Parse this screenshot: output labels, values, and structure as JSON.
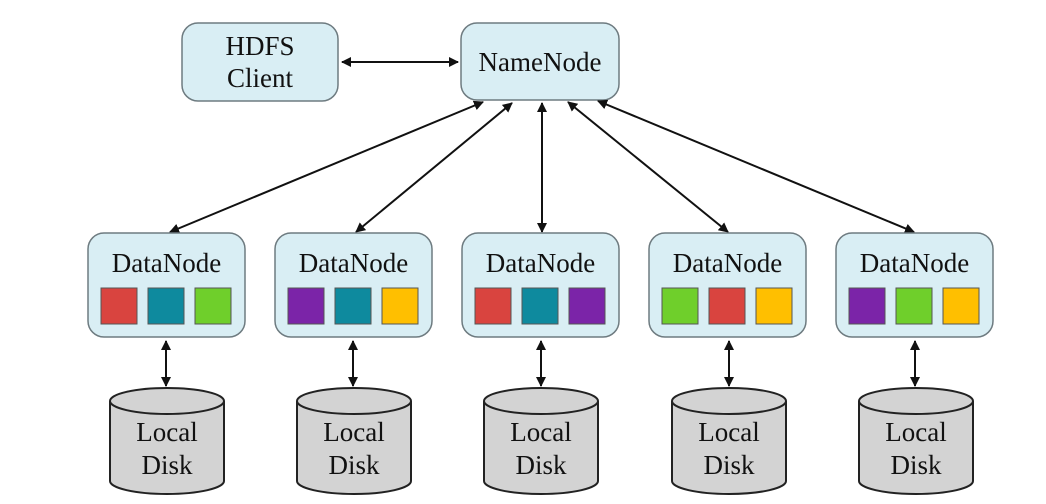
{
  "client": {
    "line1": "HDFS",
    "line2": "Client"
  },
  "namenode": {
    "label": "NameNode"
  },
  "datanodes": [
    {
      "label": "DataNode",
      "blocks": [
        "#d9443f",
        "#0e8a9e",
        "#6fcf2b"
      ]
    },
    {
      "label": "DataNode",
      "blocks": [
        "#7b24a8",
        "#0e8a9e",
        "#ffbf00"
      ]
    },
    {
      "label": "DataNode",
      "blocks": [
        "#d9443f",
        "#0e8a9e",
        "#7b24a8"
      ]
    },
    {
      "label": "DataNode",
      "blocks": [
        "#6fcf2b",
        "#d9443f",
        "#ffbf00"
      ]
    },
    {
      "label": "DataNode",
      "blocks": [
        "#7b24a8",
        "#6fcf2b",
        "#ffbf00"
      ]
    }
  ],
  "disks": [
    {
      "line1": "Local",
      "line2": "Disk"
    },
    {
      "line1": "Local",
      "line2": "Disk"
    },
    {
      "line1": "Local",
      "line2": "Disk"
    },
    {
      "line1": "Local",
      "line2": "Disk"
    },
    {
      "line1": "Local",
      "line2": "Disk"
    }
  ],
  "colors": {
    "node_fill": "#d9eef4",
    "node_stroke": "#6e7b80",
    "disk_fill": "#d3d3d3",
    "arrow": "#111111"
  }
}
